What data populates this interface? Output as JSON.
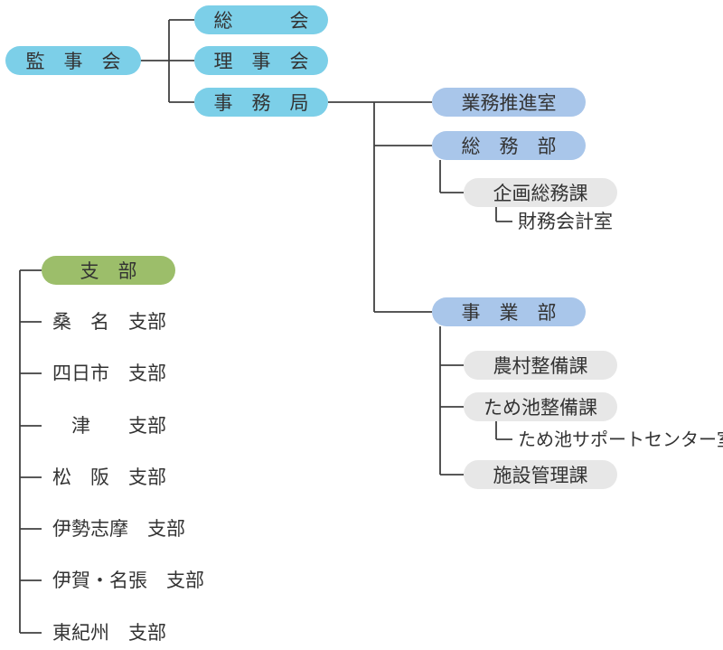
{
  "root": {
    "label": "監　事　会"
  },
  "top_nodes": [
    {
      "label": "総　　　会"
    },
    {
      "label": "理　事　会"
    },
    {
      "label": "事　務　局"
    }
  ],
  "jimukyoku": {
    "gyomu": {
      "label": "業務推進室"
    },
    "somu": {
      "label": "総　務　部",
      "kikaku": {
        "label": "企画総務課"
      },
      "zaimu": {
        "label": "財務会計室"
      }
    },
    "jigyo": {
      "label": "事　業　部",
      "noson": {
        "label": "農村整備課"
      },
      "tameike": {
        "label": "ため池整備課"
      },
      "support": {
        "label": "ため池サポートセンター室"
      },
      "shisetsu": {
        "label": "施設管理課"
      }
    }
  },
  "branches": {
    "title": "支　部",
    "items": [
      "桑　名　支部",
      "四日市　支部",
      "　津　　支部",
      "松　阪　支部",
      "伊勢志摩　支部",
      "伊賀・名張　支部",
      "東紀州　支部"
    ]
  },
  "colors": {
    "top_level": "#7ccfe8",
    "department": "#a9c6ea",
    "section": "#e7e7e7",
    "branch_header": "#9cbe6a",
    "connector": "#404040"
  }
}
